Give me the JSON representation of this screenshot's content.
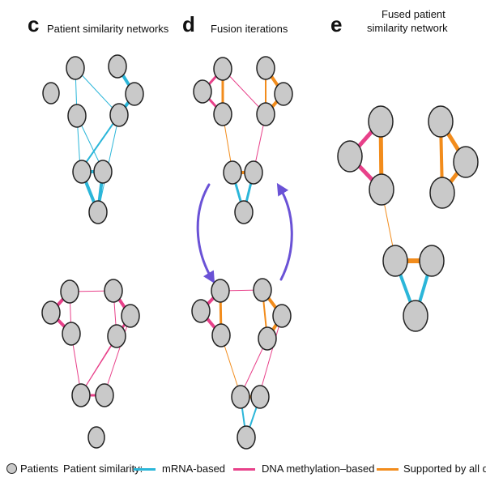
{
  "panels": {
    "c": {
      "letter": "c",
      "title": "Patient similarity networks"
    },
    "d": {
      "letter": "d",
      "title": "Fusion iterations"
    },
    "e": {
      "letter": "e",
      "title_line1": "Fused patient",
      "title_line2": "similarity network"
    }
  },
  "legend": {
    "patients_label": "Patients",
    "similarity_label": "Patient similarity:",
    "items": [
      {
        "label": "mRNA-based",
        "color": "#2bb6d9"
      },
      {
        "label": "DNA methylation–based",
        "color": "#e8418a"
      },
      {
        "label": "Supported by all data",
        "color": "#f28c1c"
      }
    ]
  },
  "colors": {
    "mrna": "#2bb6d9",
    "methylation": "#e8418a",
    "all_data": "#f28c1c",
    "node_fill": "#c9c9c9",
    "node_stroke": "#222222",
    "arrow": "#6a52d6"
  }
}
